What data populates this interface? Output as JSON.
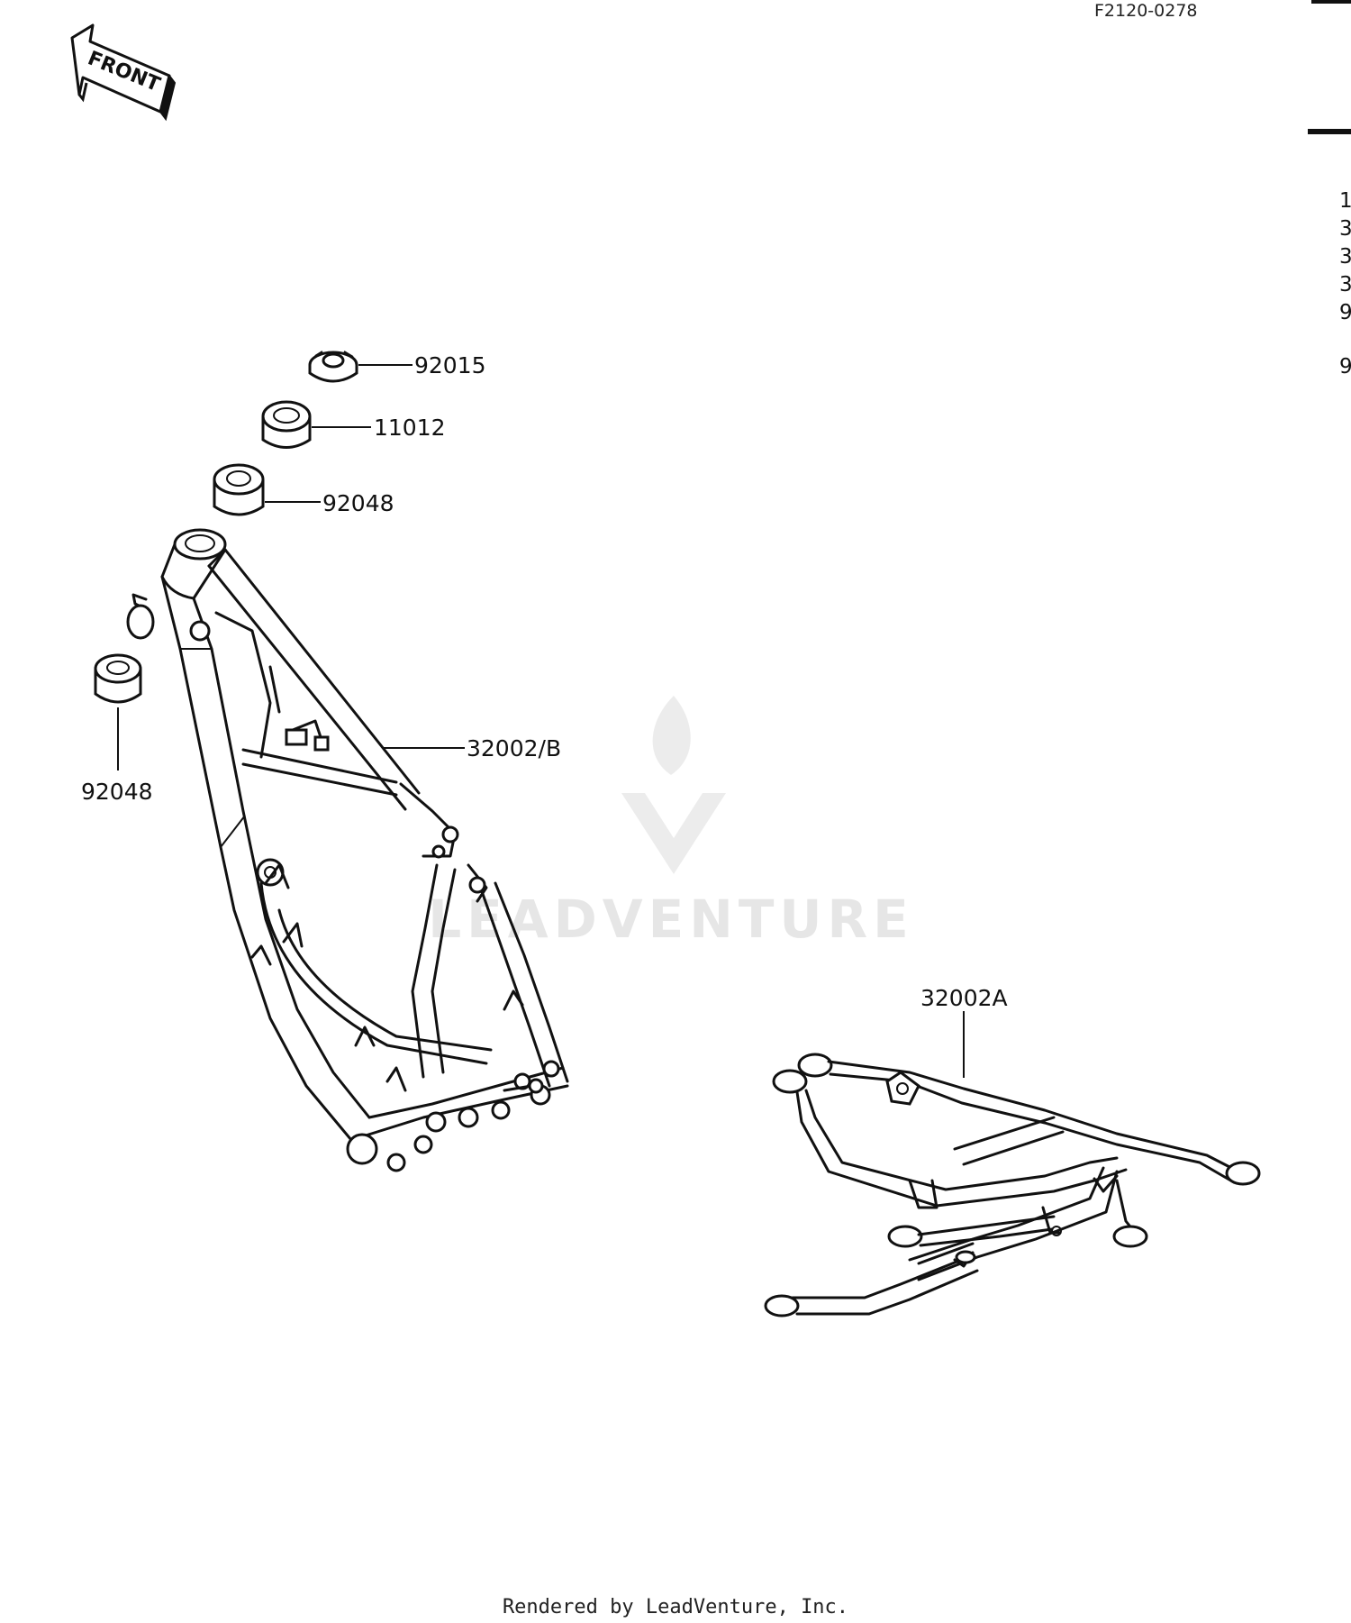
{
  "diagram_code": "F2120-0278",
  "front_arrow_label": "FRONT",
  "watermark": "LEADVENTURE",
  "footer": "Rendered by LeadVenture, Inc.",
  "right_margin_chars": [
    "1",
    "3",
    "3",
    "3",
    "9",
    "9"
  ],
  "callouts": [
    {
      "id": "92015",
      "label": "92015"
    },
    {
      "id": "11012",
      "label": "11012"
    },
    {
      "id": "92048-upper",
      "label": "92048"
    },
    {
      "id": "92048-lower",
      "label": "92048"
    },
    {
      "id": "32002B",
      "label": "32002/B"
    },
    {
      "id": "32002A",
      "label": "32002A"
    }
  ]
}
